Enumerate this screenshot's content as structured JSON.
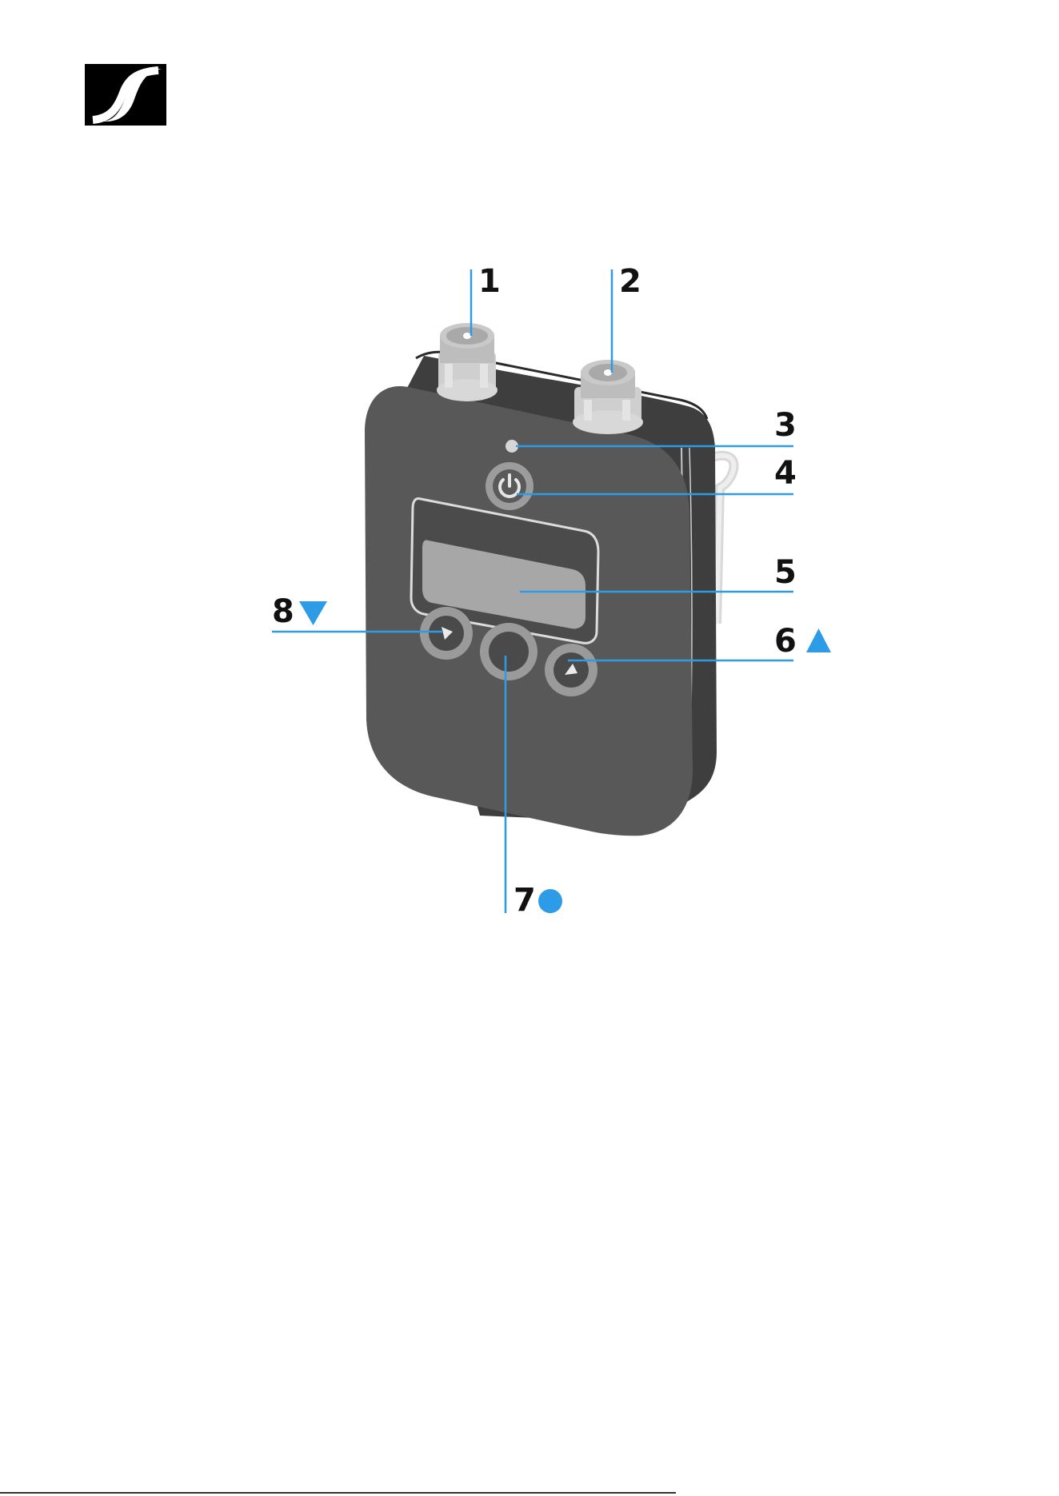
{
  "brand": {
    "logo_icon": "sennheiser-logo-icon"
  },
  "colors": {
    "accent_blue": "#2E9BE6",
    "body_dark": "#585858",
    "body_edge": "#3e3e3e",
    "display_gray": "#a7a7a7",
    "button_ring": "#9a9a9a"
  },
  "callouts": [
    {
      "id": "1",
      "label": "1",
      "target": "mic-connector-left",
      "symbol": null
    },
    {
      "id": "2",
      "label": "2",
      "target": "mic-connector-right",
      "symbol": null
    },
    {
      "id": "3",
      "label": "3",
      "target": "status-led",
      "symbol": null
    },
    {
      "id": "4",
      "label": "4",
      "target": "power-button",
      "symbol": null
    },
    {
      "id": "5",
      "label": "5",
      "target": "display",
      "symbol": null
    },
    {
      "id": "6",
      "label": "6",
      "target": "up-button",
      "symbol": "triangle-up-icon"
    },
    {
      "id": "7",
      "label": "7",
      "target": "set-button",
      "symbol": "circle-icon"
    },
    {
      "id": "8",
      "label": "8",
      "target": "down-button",
      "symbol": "triangle-down-icon"
    }
  ]
}
